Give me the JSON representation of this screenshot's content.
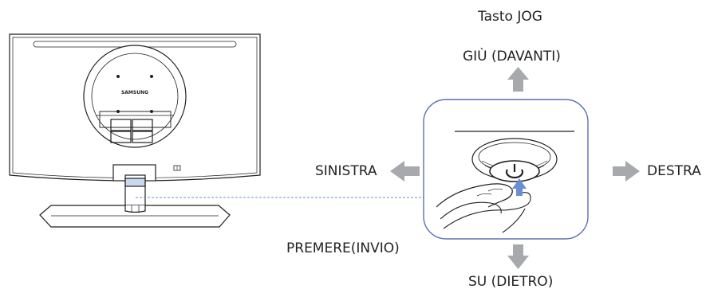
{
  "title": "Tasto JOG",
  "directions": {
    "up": "GIÙ (DAVANTI)",
    "left": "SINISTRA",
    "right": "DESTRA",
    "down": "SU (DIETRO)",
    "press": "PREMERE(INVIO)"
  },
  "monitor": {
    "brand": "SAMSUNG"
  },
  "colors": {
    "outline": "#231f20",
    "arrow": "#a7a9ac",
    "frame": "#5b6fb6",
    "accent": "#6a8fd0"
  }
}
